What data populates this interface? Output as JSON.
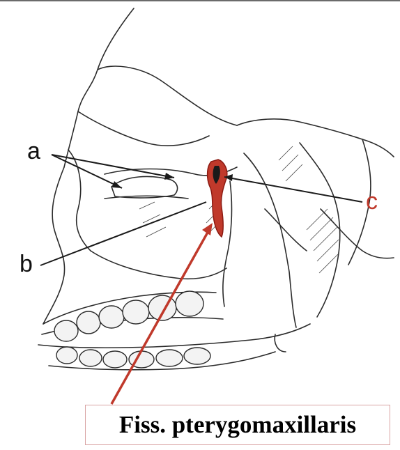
{
  "figure": {
    "labels": {
      "a": "a",
      "b": "b",
      "c": "c"
    },
    "caption": "Fiss. pterygomaxillaris",
    "colors": {
      "highlight": "#c0392b",
      "caption_border": "#d9a3a3",
      "line_art": "#2b2b2b"
    }
  }
}
